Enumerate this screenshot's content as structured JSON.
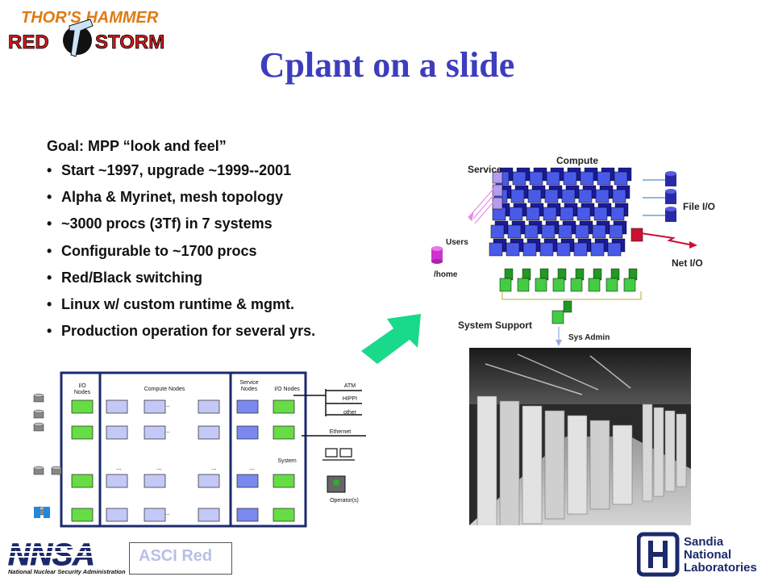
{
  "header": {
    "logo_top_text": "THOR'S HAMMER",
    "logo_bottom_left": "RED",
    "logo_bottom_right": "STORM"
  },
  "slide": {
    "title": "Cplant on a slide"
  },
  "content": {
    "goal": "Goal: MPP “look and feel”",
    "bullets": [
      "Start ~1997, upgrade ~1999--2001",
      "Alpha & Myrinet, mesh topology",
      "~3000 procs (3Tf) in 7 systems",
      "Configurable to ~1700 procs",
      "Red/Black switching",
      "Linux w/ custom runtime & mgmt.",
      "Production operation for several yrs."
    ]
  },
  "cplant_diagram": {
    "compute": "Compute",
    "service": "Service",
    "file_io": "File I/O",
    "users": "Users",
    "home": "/home",
    "net_io": "Net I/O",
    "system_support": "System Support",
    "sys_admin": "Sys Admin"
  },
  "asci_diagram": {
    "io_nodes_left": "I/O\nNodes",
    "compute_nodes": "Compute Nodes",
    "service_nodes": "Service\nNodes",
    "io_nodes_right": "I/O Nodes",
    "atm": "ATM",
    "hippi": "HIPPI",
    "other": "other",
    "ethernet": "Ethernet",
    "system": "System",
    "operators": "Operator(s)",
    "ellipsis": "..."
  },
  "footer": {
    "nnsa_logo": "NNSA",
    "nnsa_caption": "National Nuclear Security Administration",
    "asci_red": "ASCI Red",
    "sandia_line1": "Sandia",
    "sandia_line2": "National",
    "sandia_line3": "Laboratories"
  },
  "colors": {
    "title": "#3d3dbf",
    "arrow": "#19d98a",
    "node_green": "#66dd44",
    "node_blue": "#8a95ef",
    "node_purple": "#9988dd",
    "frame_navy": "#1c2a6b"
  }
}
